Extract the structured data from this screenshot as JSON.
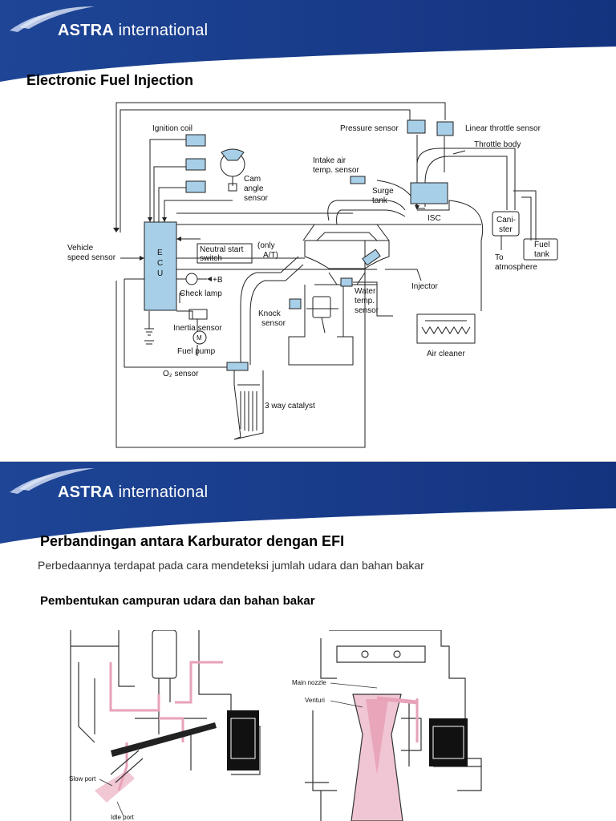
{
  "slide1": {
    "logo_bold": "ASTRA",
    "logo_rest": " international",
    "title": "Electronic Fuel Injection",
    "diagram": {
      "ignition_coil": "Ignition coil",
      "pressure_sensor": "Pressure sensor",
      "linear_throttle_sensor": "Linear throttle sensor",
      "throttle_body": "Throttle body",
      "cam_angle_1": "Cam",
      "cam_angle_2": "angle",
      "cam_angle_3": "sensor",
      "intake_air_1": "Intake air",
      "intake_air_2": "temp. sensor",
      "surge_1": "Surge",
      "surge_2": "tank",
      "isc": "ISC",
      "canister_1": "Cani-",
      "canister_2": "ster",
      "fuel_tank_1": "Fuel",
      "fuel_tank_2": "tank",
      "to_atm_1": "To",
      "to_atm_2": "atmosphere",
      "vehicle_speed_1": "Vehicle",
      "vehicle_speed_2": "speed sensor",
      "ecu_e": "E",
      "ecu_c": "C",
      "ecu_u": "U",
      "neutral_1": "Neutral start",
      "neutral_2": "switch",
      "only_at_1": "(only",
      "only_at_2": "A/T)",
      "plus_b": "+B",
      "check_lamp": "Check lamp",
      "injector": "Injector",
      "water_1": "Water",
      "water_2": "temp.",
      "water_3": "sensor",
      "knock_1": "Knock",
      "knock_2": "sensor",
      "inertia_sensor": "Inertia sensor",
      "fuel_pump": "Fuel pump",
      "motor_m": "M",
      "o2_sensor": "O₂ sensor",
      "catalyst": "3 way catalyst",
      "air_cleaner": "Air cleaner"
    }
  },
  "slide2": {
    "logo_bold": "ASTRA",
    "logo_rest": " international",
    "title": "Perbandingan antara Karburator dengan EFI",
    "subtitle": "Perbedaannya terdapat pada cara mendeteksi jumlah udara dan bahan bakar",
    "section": "Pembentukan campuran udara dan bahan bakar",
    "left_fig": {
      "slow_port": "Slow port",
      "idle_port": "Idle port"
    },
    "right_fig": {
      "main_nozzle": "Main nozzle",
      "venturi": "Venturi"
    }
  },
  "colors": {
    "banner_blue": "#1a3d8f",
    "banner_light": "#3b66c4",
    "pink": "#e8a2b8"
  }
}
